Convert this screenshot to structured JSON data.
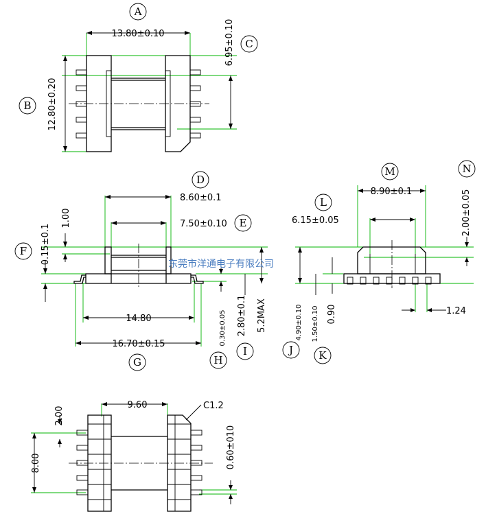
{
  "labels": {
    "A": "A",
    "B": "B",
    "C": "C",
    "D": "D",
    "E": "E",
    "F": "F",
    "G": "G",
    "H": "H",
    "I": "I",
    "J": "J",
    "K": "K",
    "L": "L",
    "M": "M",
    "N": "N"
  },
  "top_view": {
    "width": "13.80±0.10",
    "height": "12.80±0.20",
    "half_height": "6.95±0.10"
  },
  "side_view": {
    "top_span": "8.60±0.1",
    "inner_span": "7.50±0.10",
    "flange": "1.00",
    "thickness": "0.15±0.1",
    "pin_span": "14.80",
    "overall": "16.70±0.15",
    "pin_thick": "0.30±0.05",
    "base_height": "2.80±0.1",
    "max_height": "5.2MAX"
  },
  "end_view": {
    "width": "8.90±0.1",
    "inner": "6.15±0.05",
    "top_gap": "2.00±0.05",
    "height": "4.90±0.10",
    "base": "1.50±0.10",
    "step": "0.90",
    "pin_offset": "1.24"
  },
  "bottom_view": {
    "pitch_span": "9.60",
    "chamfer": "C1.2",
    "pin_pitch": "2.00",
    "rows": "8.00",
    "pin_width": "0.60±010"
  },
  "watermark": "东莞市洋通电子有限公司"
}
